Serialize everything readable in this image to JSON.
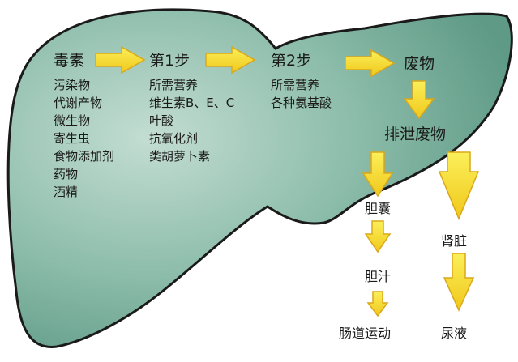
{
  "diagram": {
    "colors": {
      "liver_light": "#c3ddd3",
      "liver_mid": "#8cbcaa",
      "liver_dark": "#5e9a86",
      "outline": "#1a1a1a",
      "arrow_fill": "#f6df1a",
      "arrow_stroke": "#d9a81a"
    },
    "toxins": {
      "title": "毒素",
      "items": [
        "污染物",
        "代谢产物",
        "微生物",
        "寄生虫",
        "食物添加剂",
        "药物",
        "酒精"
      ]
    },
    "step1": {
      "title": "第1步",
      "items": [
        "所需营养",
        "维生素B、E、C",
        "叶酸",
        "抗氧化剂",
        "类胡萝卜素"
      ]
    },
    "step2": {
      "title": "第2步",
      "items": [
        "所需营养",
        "各种氨基酸"
      ]
    },
    "waste": "废物",
    "excrete_waste": "排泄废物",
    "gallbladder": "胆囊",
    "kidney": "肾脏",
    "bile": "胆汁",
    "bowel_movement": "肠道运动",
    "urine": "尿液"
  }
}
